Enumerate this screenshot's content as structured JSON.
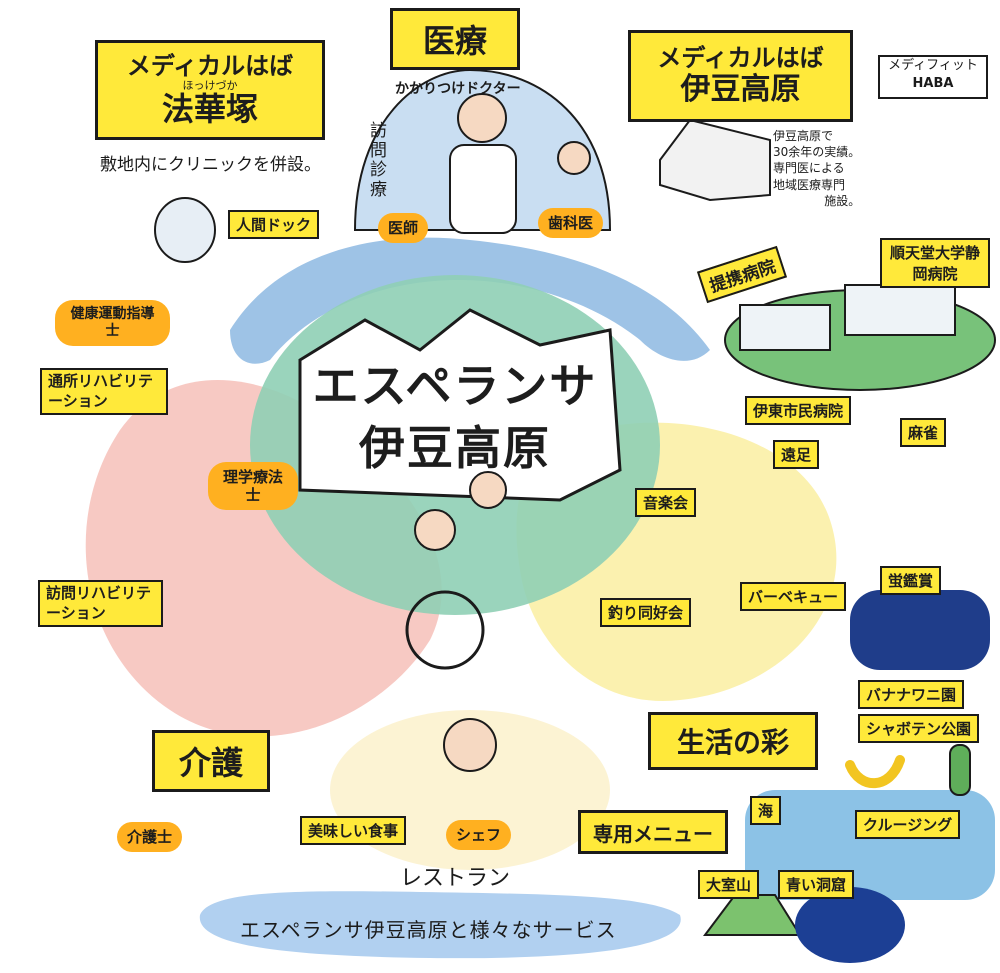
{
  "center": {
    "line1": "エスペランサ",
    "line2": "伊豆高原"
  },
  "medical": {
    "title": "医療",
    "doctor_caption": "かかりつけドクター",
    "home_visit": "訪問診療",
    "doctor_tag": "医師",
    "dentist_tag": "歯科医"
  },
  "hokkezuka": {
    "title_line1": "メディカルはば",
    "ruby": "ほっけづか",
    "title_line2": "法華塚",
    "note": "敷地内にクリニックを併設。"
  },
  "izukogen": {
    "title_line1": "メディカルはば",
    "title_line2": "伊豆高原",
    "note": [
      "伊豆高原で",
      "30余年の実績。",
      "専門医による",
      "地域医療専門",
      "施設。"
    ]
  },
  "medifit": {
    "line1": "メディフィット",
    "line2": "HABA"
  },
  "ningen_dock": "人間ドック",
  "health_instructor": "健康運動指導士",
  "partner_hospitals": {
    "ribbon": "提携病院",
    "juntendo": "順天堂大学静岡病院",
    "itoh": "伊東市民病院"
  },
  "rehab": {
    "day_rehab": "通所リハビリテーション",
    "therapist_tag": "理学療法士",
    "visit_rehab": "訪問リハビリテーション"
  },
  "care": {
    "title": "介護",
    "caregiver_tag": "介護士"
  },
  "life": {
    "title": "生活の彩",
    "mahjong": "麻雀",
    "excursion": "遠足",
    "concert": "音楽会",
    "fishing": "釣り同好会",
    "bbq": "バーベキュー",
    "fireflies": "蛍鑑賞",
    "banana_croc": "バナナワニ園",
    "cactus_park": "シャボテン公園",
    "sea": "海",
    "cruising": "クルージング",
    "omuroyama": "大室山",
    "blue_cave": "青い洞窟"
  },
  "restaurant": {
    "tasty_meal": "美味しい食事",
    "chef_tag": "シェフ",
    "label": "レストラン",
    "menu": "専用メニュー"
  },
  "footer": {
    "caption": "エスペランサ伊豆高原と様々なサービス"
  },
  "colors": {
    "yellow": "#ffe93a",
    "orange_tag": "#ffb020",
    "blue_blob": "#9ec3e6",
    "green_blob": "#8fcfb5",
    "pink_blob": "#f6c0b8",
    "cream_blob": "#fbf0a6",
    "ink": "#1b1b1b"
  }
}
